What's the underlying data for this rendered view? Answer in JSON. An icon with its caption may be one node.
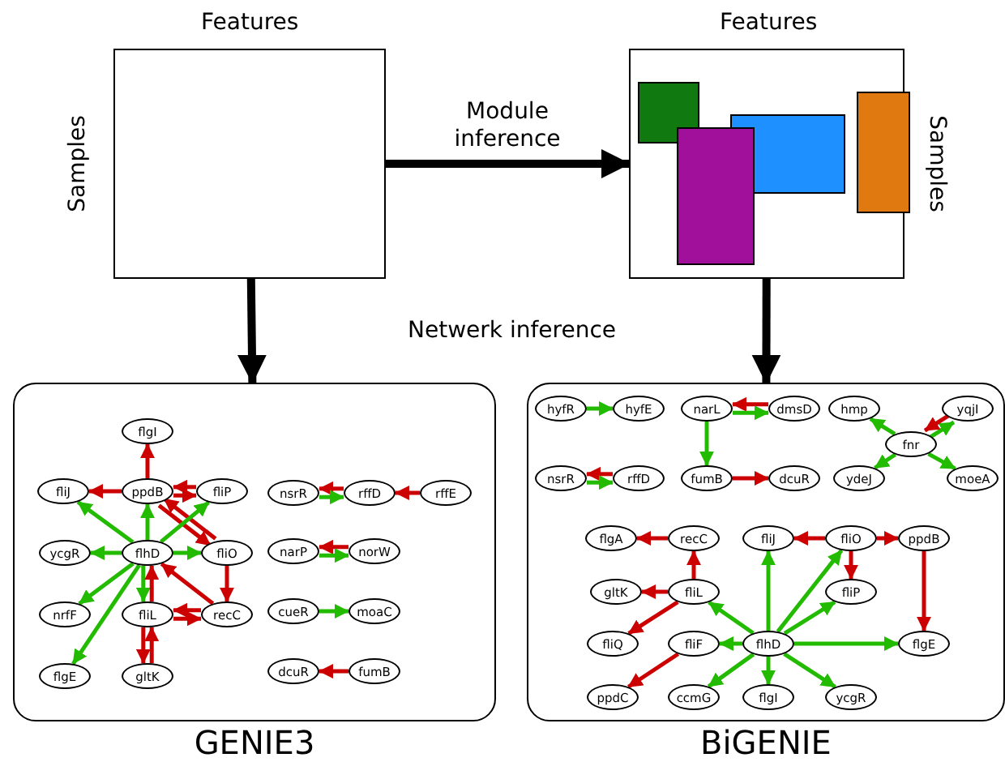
{
  "diagram": {
    "nodes": [
      {
        "text": [],
        "shape": "box",
        "beside": [
          "Features",
          "Samples"
        ]
      },
      {
        "text": [],
        "shape": "box",
        "beside": [
          "Features",
          "Samples"
        ]
      },
      {
        "text": [
          "GENIE3"
        ]
      },
      {
        "text": [
          "BiGENIE"
        ]
      },
      {
        "text": [
          "flgI"
        ],
        "in": 2
      },
      {
        "text": [
          "fliJ"
        ],
        "in": 2
      },
      {
        "text": [
          "ppdB"
        ],
        "in": 2
      },
      {
        "text": [
          "fliP"
        ],
        "in": 2
      },
      {
        "text": [
          "nsrR"
        ],
        "in": 2
      },
      {
        "text": [
          "rffD"
        ],
        "in": 2
      },
      {
        "text": [
          "rffE"
        ],
        "in": 2
      },
      {
        "text": [
          "ycgR"
        ],
        "in": 2
      },
      {
        "text": [
          "flhD"
        ],
        "in": 2
      },
      {
        "text": [
          "fliO"
        ],
        "in": 2
      },
      {
        "text": [
          "narP"
        ],
        "in": 2
      },
      {
        "text": [
          "norW"
        ],
        "in": 2
      },
      {
        "text": [
          "nrfF"
        ],
        "in": 2
      },
      {
        "text": [
          "fliL"
        ],
        "in": 2
      },
      {
        "text": [
          "recC"
        ],
        "in": 2
      },
      {
        "text": [
          "cueR"
        ],
        "in": 2
      },
      {
        "text": [
          "moaC"
        ],
        "in": 2
      },
      {
        "text": [
          "flgE"
        ],
        "in": 2
      },
      {
        "text": [
          "gltK"
        ],
        "in": 2
      },
      {
        "text": [
          "dcuR"
        ],
        "in": 2
      },
      {
        "text": [
          "fumB"
        ],
        "in": 2
      },
      {
        "text": [
          "hyfR"
        ],
        "in": 3
      },
      {
        "text": [
          "hyfE"
        ],
        "in": 3
      },
      {
        "text": [
          "narL"
        ],
        "in": 3
      },
      {
        "text": [
          "dmsD"
        ],
        "in": 3
      },
      {
        "text": [
          "hmp"
        ],
        "in": 3
      },
      {
        "text": [
          "yqjI"
        ],
        "in": 3
      },
      {
        "text": [
          "fnr"
        ],
        "in": 3
      },
      {
        "text": [
          "nsrR"
        ],
        "in": 3
      },
      {
        "text": [
          "rffD"
        ],
        "in": 3
      },
      {
        "text": [
          "fumB"
        ],
        "in": 3
      },
      {
        "text": [
          "dcuR"
        ],
        "in": 3
      },
      {
        "text": [
          "ydeJ"
        ],
        "in": 3
      },
      {
        "text": [
          "moeA"
        ],
        "in": 3
      },
      {
        "text": [
          "flgA"
        ],
        "in": 3
      },
      {
        "text": [
          "recC"
        ],
        "in": 3
      },
      {
        "text": [
          "fliJ"
        ],
        "in": 3
      },
      {
        "text": [
          "fliO"
        ],
        "in": 3
      },
      {
        "text": [
          "ppdB"
        ],
        "in": 3
      },
      {
        "text": [
          "gltK"
        ],
        "in": 3
      },
      {
        "text": [
          "fliL"
        ],
        "in": 3
      },
      {
        "text": [
          "fliP"
        ],
        "in": 3
      },
      {
        "text": [
          "fliQ"
        ],
        "in": 3
      },
      {
        "text": [
          "fliF"
        ],
        "in": 3
      },
      {
        "text": [
          "flhD"
        ],
        "in": 3
      },
      {
        "text": [
          "flgE"
        ],
        "in": 3
      },
      {
        "text": [
          "ppdC"
        ],
        "in": 3
      },
      {
        "text": [
          "ccmG"
        ],
        "in": 3
      },
      {
        "text": [
          "flgI"
        ],
        "in": 3
      },
      {
        "text": [
          "ycgR"
        ],
        "in": 3
      }
    ],
    "edges": [
      {
        "from": 0,
        "to": 1,
        "arrow": "to",
        "label": "Module inference",
        "style": "thick",
        "color": "#000000"
      },
      {
        "from": 0,
        "to": 2,
        "arrow": "to",
        "style": "thick",
        "color": "#000000"
      },
      {
        "from": 1,
        "to": 3,
        "arrow": "to",
        "style": "thick",
        "color": "#000000"
      },
      {
        "from": 6,
        "to": 4,
        "arrow": "to",
        "color": "#cc0000"
      },
      {
        "from": 6,
        "to": 5,
        "arrow": "to",
        "color": "#cc0000"
      },
      {
        "from": 6,
        "to": 7,
        "arrow": "to",
        "color": "#cc0000"
      },
      {
        "from": 7,
        "to": 6,
        "arrow": "to",
        "color": "#cc0000"
      },
      {
        "from": 6,
        "to": 13,
        "arrow": "to",
        "color": "#cc0000"
      },
      {
        "from": 13,
        "to": 6,
        "arrow": "to",
        "color": "#cc0000"
      },
      {
        "from": 12,
        "to": 5,
        "arrow": "to",
        "color": "#22bb00"
      },
      {
        "from": 12,
        "to": 6,
        "arrow": "to",
        "color": "#22bb00"
      },
      {
        "from": 12,
        "to": 7,
        "arrow": "to",
        "color": "#22bb00"
      },
      {
        "from": 12,
        "to": 11,
        "arrow": "to",
        "color": "#22bb00"
      },
      {
        "from": 12,
        "to": 13,
        "arrow": "to",
        "color": "#22bb00"
      },
      {
        "from": 12,
        "to": 16,
        "arrow": "to",
        "color": "#22bb00"
      },
      {
        "from": 12,
        "to": 21,
        "arrow": "to",
        "color": "#22bb00"
      },
      {
        "from": 12,
        "to": 17,
        "arrow": "to",
        "color": "#22bb00"
      },
      {
        "from": 13,
        "to": 18,
        "arrow": "to",
        "color": "#cc0000"
      },
      {
        "from": 18,
        "to": 12,
        "arrow": "to",
        "color": "#cc0000"
      },
      {
        "from": 18,
        "to": 17,
        "arrow": "to",
        "color": "#cc0000"
      },
      {
        "from": 17,
        "to": 18,
        "arrow": "to",
        "color": "#cc0000"
      },
      {
        "from": 17,
        "to": 12,
        "arrow": "to",
        "color": "#cc0000"
      },
      {
        "from": 17,
        "to": 22,
        "arrow": "to",
        "color": "#cc0000"
      },
      {
        "from": 22,
        "to": 17,
        "arrow": "to",
        "color": "#cc0000"
      },
      {
        "from": 9,
        "to": 8,
        "arrow": "to",
        "color": "#cc0000"
      },
      {
        "from": 8,
        "to": 9,
        "arrow": "to",
        "color": "#22bb00"
      },
      {
        "from": 10,
        "to": 9,
        "arrow": "to",
        "color": "#cc0000"
      },
      {
        "from": 15,
        "to": 14,
        "arrow": "to",
        "color": "#cc0000"
      },
      {
        "from": 14,
        "to": 15,
        "arrow": "to",
        "color": "#22bb00"
      },
      {
        "from": 19,
        "to": 20,
        "arrow": "to",
        "color": "#22bb00"
      },
      {
        "from": 24,
        "to": 23,
        "arrow": "to",
        "color": "#cc0000"
      },
      {
        "from": 25,
        "to": 26,
        "arrow": "to",
        "color": "#22bb00"
      },
      {
        "from": 28,
        "to": 27,
        "arrow": "to",
        "color": "#cc0000"
      },
      {
        "from": 27,
        "to": 28,
        "arrow": "to",
        "color": "#22bb00"
      },
      {
        "from": 27,
        "to": 34,
        "arrow": "to",
        "color": "#22bb00"
      },
      {
        "from": 34,
        "to": 35,
        "arrow": "to",
        "color": "#cc0000"
      },
      {
        "from": 33,
        "to": 32,
        "arrow": "to",
        "color": "#cc0000"
      },
      {
        "from": 32,
        "to": 33,
        "arrow": "to",
        "color": "#22bb00"
      },
      {
        "from": 31,
        "to": 29,
        "arrow": "to",
        "color": "#22bb00"
      },
      {
        "from": 31,
        "to": 30,
        "arrow": "to",
        "color": "#22bb00"
      },
      {
        "from": 30,
        "to": 31,
        "arrow": "to",
        "color": "#cc0000"
      },
      {
        "from": 31,
        "to": 36,
        "arrow": "to",
        "color": "#22bb00"
      },
      {
        "from": 31,
        "to": 37,
        "arrow": "to",
        "color": "#22bb00"
      },
      {
        "from": 39,
        "to": 38,
        "arrow": "to",
        "color": "#cc0000"
      },
      {
        "from": 44,
        "to": 39,
        "arrow": "to",
        "color": "#cc0000"
      },
      {
        "from": 44,
        "to": 43,
        "arrow": "to",
        "color": "#cc0000"
      },
      {
        "from": 44,
        "to": 46,
        "arrow": "to",
        "color": "#cc0000"
      },
      {
        "from": 47,
        "to": 50,
        "arrow": "to",
        "color": "#cc0000"
      },
      {
        "from": 48,
        "to": 44,
        "arrow": "to",
        "color": "#22bb00"
      },
      {
        "from": 48,
        "to": 47,
        "arrow": "to",
        "color": "#22bb00"
      },
      {
        "from": 48,
        "to": 51,
        "arrow": "to",
        "color": "#22bb00"
      },
      {
        "from": 48,
        "to": 40,
        "arrow": "to",
        "color": "#22bb00"
      },
      {
        "from": 48,
        "to": 41,
        "arrow": "to",
        "color": "#22bb00"
      },
      {
        "from": 48,
        "to": 45,
        "arrow": "to",
        "color": "#22bb00"
      },
      {
        "from": 48,
        "to": 49,
        "arrow": "to",
        "color": "#22bb00"
      },
      {
        "from": 48,
        "to": 52,
        "arrow": "to",
        "color": "#22bb00"
      },
      {
        "from": 48,
        "to": 53,
        "arrow": "to",
        "color": "#22bb00"
      },
      {
        "from": 41,
        "to": 40,
        "arrow": "to",
        "color": "#cc0000"
      },
      {
        "from": 41,
        "to": 42,
        "arrow": "to",
        "color": "#cc0000"
      },
      {
        "from": 41,
        "to": 45,
        "arrow": "to",
        "color": "#cc0000"
      },
      {
        "from": 42,
        "to": 49,
        "arrow": "to",
        "color": "#cc0000"
      }
    ],
    "labels": [
      "Netwerk inference"
    ]
  }
}
